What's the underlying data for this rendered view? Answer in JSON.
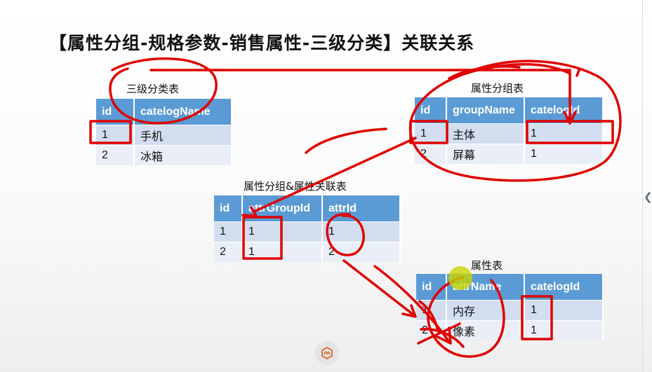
{
  "title": "【属性分组-规格参数-销售属性-三级分类】关联关系",
  "tables": {
    "category": {
      "caption": "三级分类表",
      "headers": [
        "id",
        "catelogName"
      ],
      "rows": [
        [
          "1",
          "手机"
        ],
        [
          "2",
          "冰箱"
        ]
      ]
    },
    "attr_group": {
      "caption": "属性分组表",
      "headers": [
        "id",
        "groupName",
        "catelogId"
      ],
      "rows": [
        [
          "1",
          "主体",
          "1"
        ],
        [
          "2",
          "屏幕",
          "1"
        ]
      ]
    },
    "relation": {
      "caption": "属性分组&属性关联表",
      "headers": [
        "id",
        "attrGroupId",
        "attrId"
      ],
      "rows": [
        [
          "1",
          "1",
          "1"
        ],
        [
          "2",
          "1",
          "2"
        ]
      ]
    },
    "attr": {
      "caption": "属性表",
      "headers": [
        "id",
        "attrName",
        "catelogId"
      ],
      "rows": [
        [
          "1",
          "内存",
          "1"
        ],
        [
          "2",
          "像素",
          "1"
        ]
      ]
    }
  },
  "colors": {
    "header_bg": "#5b9bd5",
    "row_odd": "#d2deef",
    "row_even": "#eaeff7",
    "annotation": "#e00000",
    "cursor_highlight": "#c8d400"
  },
  "icons": [
    "chevron-left-icon",
    "app-logo-icon"
  ]
}
